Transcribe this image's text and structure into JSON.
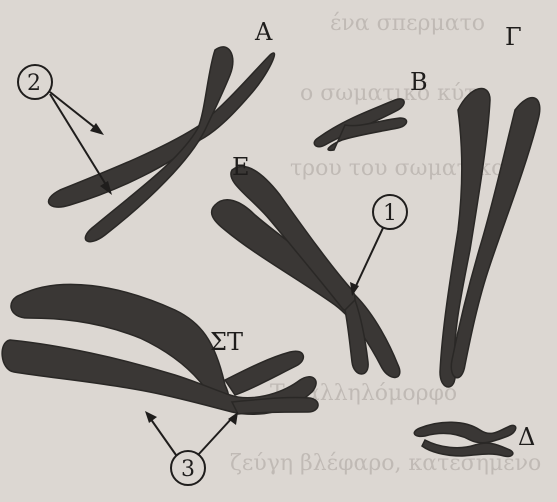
{
  "labels": {
    "A": "A",
    "B": "B",
    "gamma": "Γ",
    "E": "E",
    "delta": "Δ",
    "st": "ΣΤ"
  },
  "markers": {
    "one": "1",
    "two": "2",
    "three": "3"
  },
  "bleed_text": [
    "ένα σπερματο",
    "ο σωματικό κύτ",
    "τρου του σωματικού",
    "Το αλληλόμορφο",
    "ζεύγη βλέφαρο, κατεσημενο"
  ],
  "colors": {
    "paper": "#dcd7d2",
    "chromosome": "#3a3735",
    "ink": "#1f1d1c"
  }
}
